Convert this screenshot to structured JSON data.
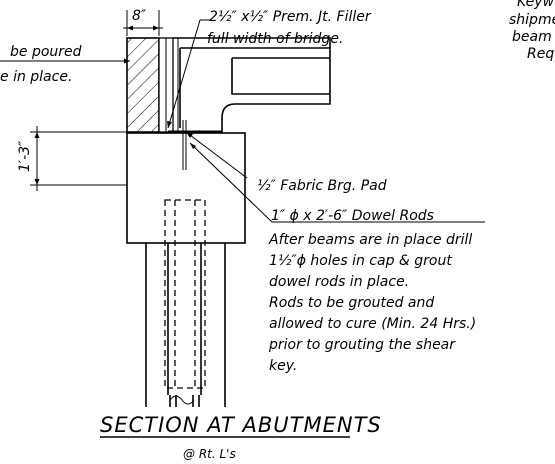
{
  "drawing": {
    "dim_width": "8″",
    "dim_height": "1′-3″",
    "filler_label": {
      "line1": "2½″ x½″ Prem. Jt. Filler",
      "line2": "full width of bridge."
    },
    "poured_label": {
      "line1": "be poured",
      "line2": "e in place."
    },
    "corner_text": {
      "line1": "Keyw",
      "line2": "shipme",
      "line3": "beam",
      "line4": "Req"
    },
    "pad_label": "½″ Fabric Brg. Pad",
    "dowel_label": "1″ ϕ x 2′-6″ Dowel Rods",
    "note_lines": [
      "After beams are in place drill",
      "1½″ϕ holes in cap & grout",
      "dowel rods in place.",
      "Rods to be grouted and",
      "allowed to cure (Min. 24 Hrs.)",
      "prior to grouting the shear",
      "key."
    ],
    "title": "SECTION AT ABUTMENTS",
    "subtitle": "@ Rt. L's"
  }
}
